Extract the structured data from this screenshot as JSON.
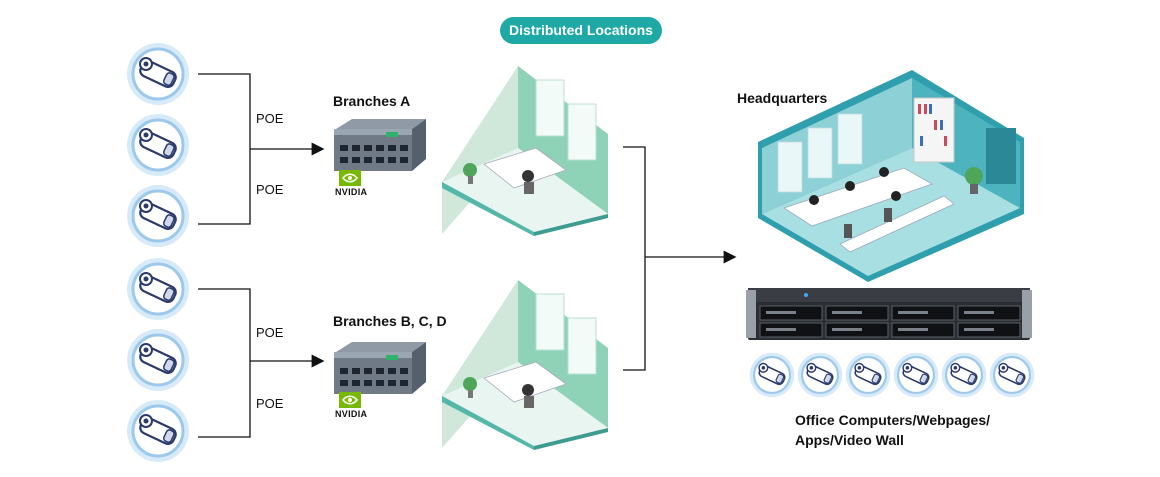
{
  "banner": {
    "title": "Distributed Locations"
  },
  "branches": [
    {
      "label": "Branches A",
      "vendor": "NVIDIA",
      "links": [
        "POE",
        "POE"
      ]
    },
    {
      "label": "Branches B, C, D",
      "vendor": "NVIDIA",
      "links": [
        "POE",
        "POE"
      ]
    }
  ],
  "headquarters": {
    "label": "Headquarters"
  },
  "output": {
    "line1": "Office Computers/Webpages/",
    "line2": "Apps/Video Wall"
  },
  "colors": {
    "accent": "#1fa9a6",
    "camera_circle": "#cfe6f7",
    "camera_ring": "#8fc3ea",
    "room_floor": "#7ccfcf",
    "room_wall": "#cdebe0",
    "line": "#111111"
  }
}
